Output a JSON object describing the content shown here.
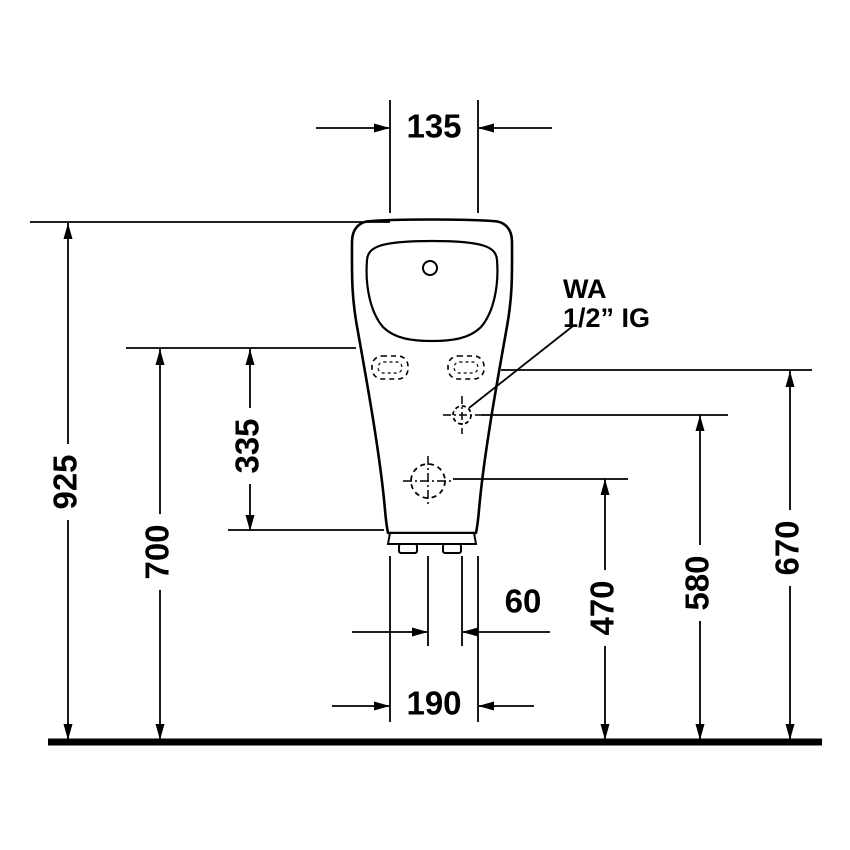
{
  "colors": {
    "ink": "#000000",
    "background": "#ffffff"
  },
  "annotation": {
    "line1": "WA",
    "line2": "1/2” IG"
  },
  "dims": {
    "top_width": "135",
    "overall_height": "925",
    "rim_height": "700",
    "basin_span": "335",
    "outlet_offset": "60",
    "bottom_width": "190",
    "outlet_height": "470",
    "inlet_height": "580",
    "connection_height": "670"
  }
}
